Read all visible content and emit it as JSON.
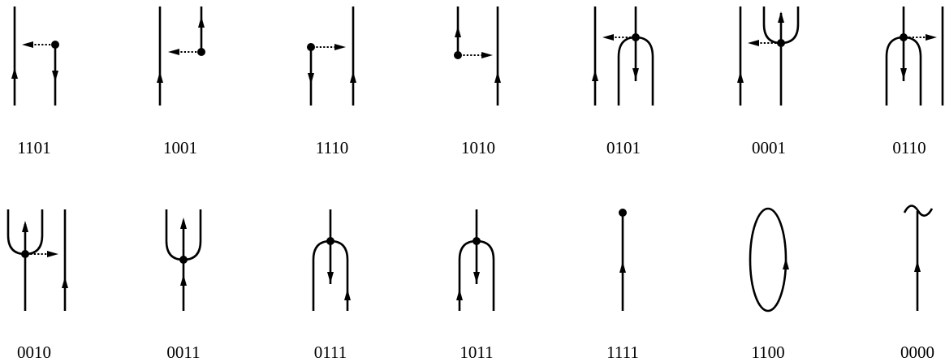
{
  "diagrams": [
    {
      "label": "1101"
    },
    {
      "label": "1001"
    },
    {
      "label": "1110"
    },
    {
      "label": "1010"
    },
    {
      "label": "0101"
    },
    {
      "label": "0001"
    },
    {
      "label": "0110"
    },
    {
      "label": "0010"
    },
    {
      "label": "0011"
    },
    {
      "label": "0111"
    },
    {
      "label": "1011"
    },
    {
      "label": "1111"
    },
    {
      "label": "1100"
    },
    {
      "label": "0000"
    }
  ]
}
